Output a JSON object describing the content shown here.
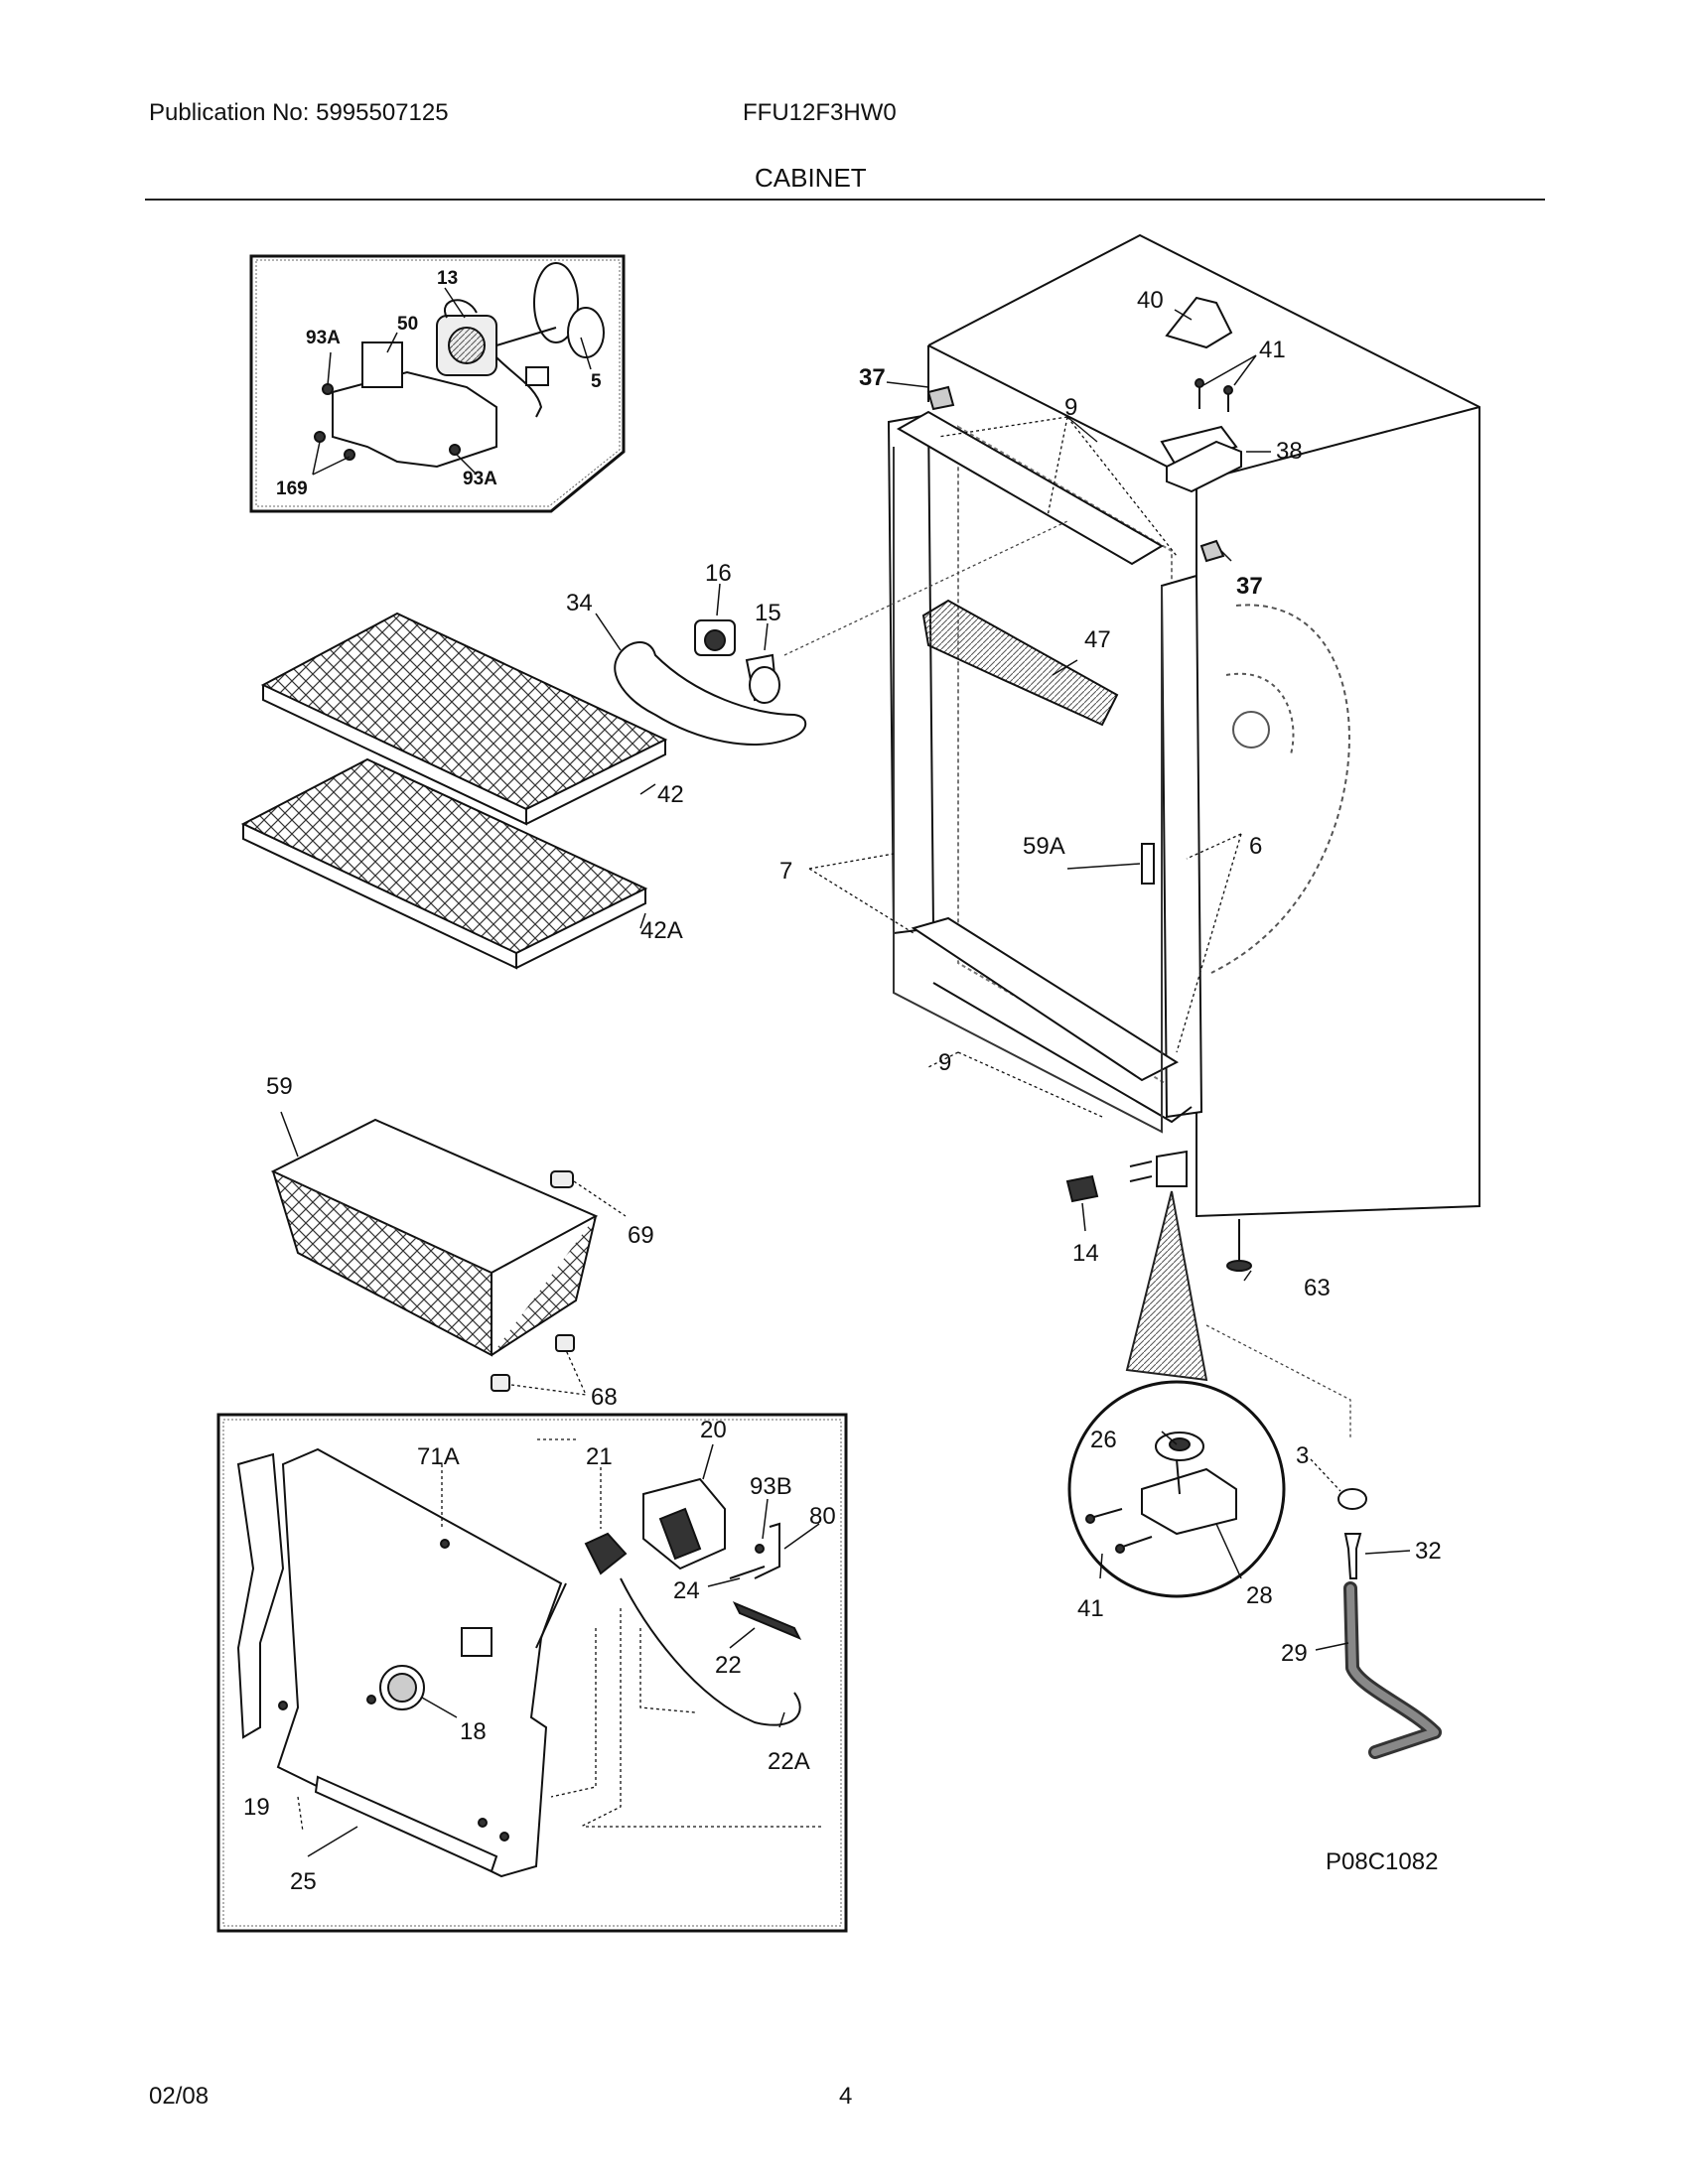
{
  "header": {
    "publication": "Publication No: 5995507125",
    "model": "FFU12F3HW0",
    "section": "CABINET"
  },
  "footer": {
    "date": "02/08",
    "page": "4"
  },
  "figure_code": "P08C1082",
  "callouts": {
    "fan_13": "13",
    "fan_93A_top": "93A",
    "fan_50": "50",
    "fan_5": "5",
    "fan_169": "169",
    "fan_93A_bottom": "93A",
    "c40": "40",
    "c41_top": "41",
    "c37_left": "37",
    "c9_top": "9",
    "c38": "38",
    "c37_right": "37",
    "c16": "16",
    "c34": "34",
    "c15": "15",
    "c47": "47",
    "c42": "42",
    "c59A": "59A",
    "c6": "6",
    "c7": "7",
    "c42A": "42A",
    "c59": "59",
    "c9_bottom": "9",
    "c69": "69",
    "c14": "14",
    "c63": "63",
    "c68": "68",
    "c20": "20",
    "c71A": "71A",
    "c21": "21",
    "c93B": "93B",
    "c80": "80",
    "c24": "24",
    "c22": "22",
    "c18": "18",
    "c22A": "22A",
    "c19": "19",
    "c25": "25",
    "c26": "26",
    "c3": "3",
    "c32": "32",
    "c41_hinge": "41",
    "c28": "28",
    "c29": "29"
  }
}
